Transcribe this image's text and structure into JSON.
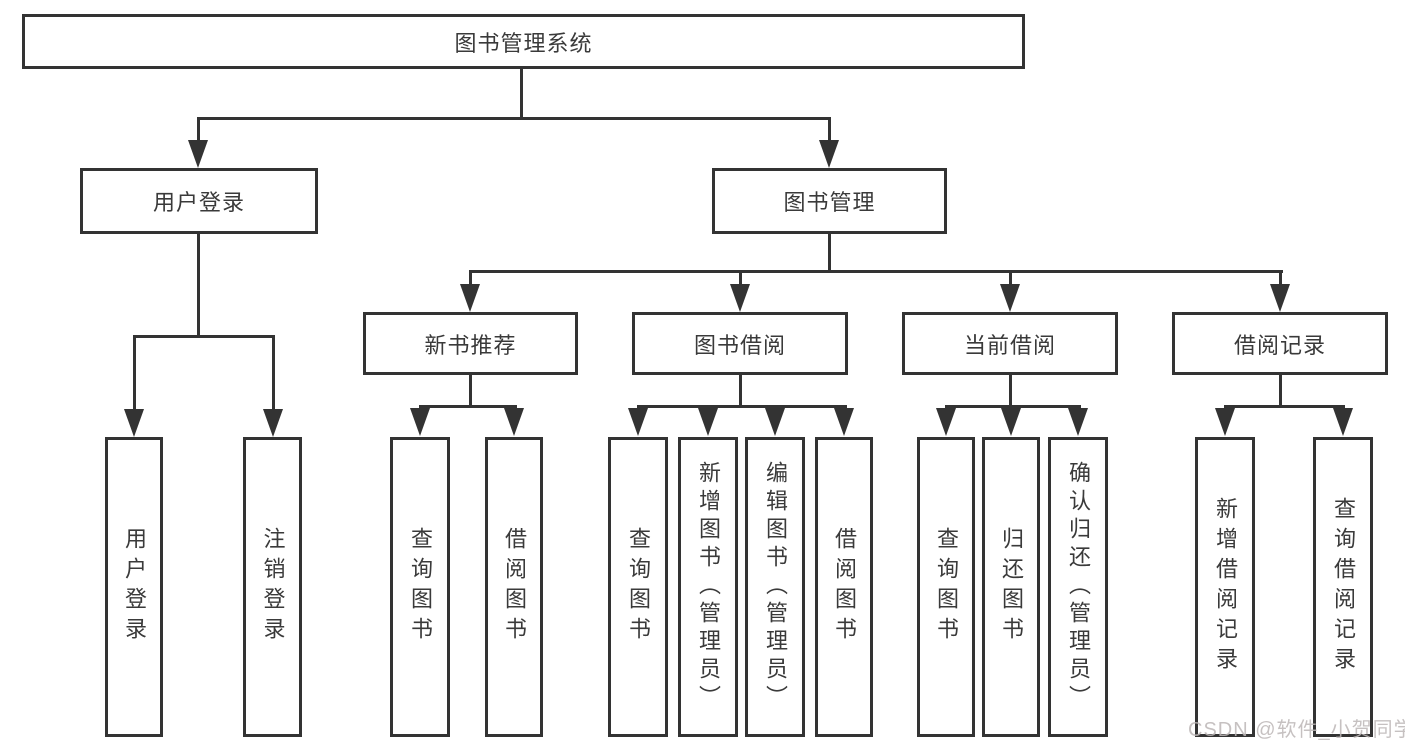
{
  "tree": {
    "root": "图书管理系统",
    "login": {
      "label": "用户登录",
      "children": [
        "用户登录",
        "注销登录"
      ]
    },
    "manage": {
      "label": "图书管理",
      "sections": [
        {
          "label": "新书推荐",
          "children": [
            "查询图书",
            "借阅图书"
          ]
        },
        {
          "label": "图书借阅",
          "children": [
            "查询图书",
            "新增图书（管理员）",
            "编辑图书（管理员）",
            "借阅图书"
          ]
        },
        {
          "label": "当前借阅",
          "children": [
            "查询图书",
            "归还图书",
            "确认归还（管理员）"
          ]
        },
        {
          "label": "借阅记录",
          "children": [
            "新增借阅记录",
            "查询借阅记录"
          ]
        }
      ]
    }
  },
  "watermark": {
    "text": "CSDN @软件_小贺同学",
    "color": "#bdb7b7"
  },
  "colors": {
    "line": "#333333",
    "text": "#3a3a3a",
    "background": "#ffffff"
  }
}
